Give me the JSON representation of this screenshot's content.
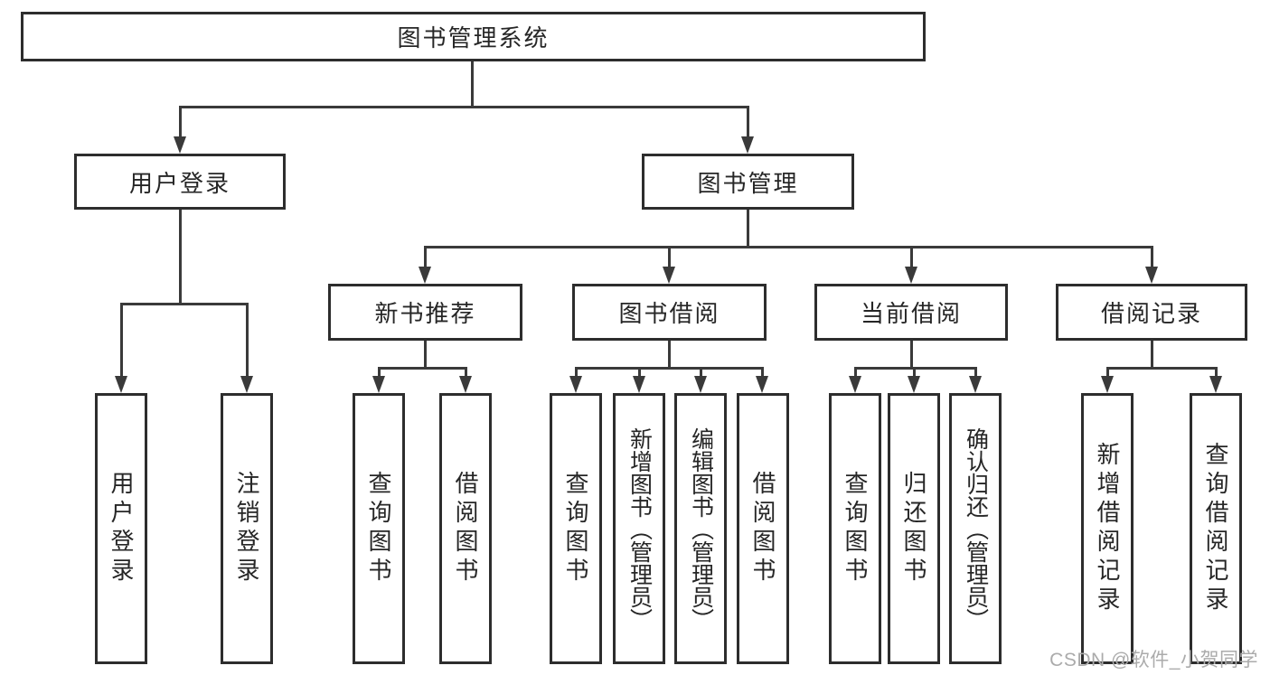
{
  "diagram": {
    "root": {
      "label": "图书管理系统"
    },
    "branches": [
      {
        "label": "用户登录",
        "children": [
          {
            "label": "用户登录"
          },
          {
            "label": "注销登录"
          }
        ]
      },
      {
        "label": "图书管理",
        "children": [
          {
            "label": "新书推荐",
            "children": [
              {
                "label": "查询图书"
              },
              {
                "label": "借阅图书"
              }
            ]
          },
          {
            "label": "图书借阅",
            "children": [
              {
                "label": "查询图书"
              },
              {
                "label": "新增图书（管理员）"
              },
              {
                "label": "编辑图书（管理员）"
              },
              {
                "label": "借阅图书"
              }
            ]
          },
          {
            "label": "当前借阅",
            "children": [
              {
                "label": "查询图书"
              },
              {
                "label": "归还图书"
              },
              {
                "label": "确认归还（管理员）"
              }
            ]
          },
          {
            "label": "借阅记录",
            "children": [
              {
                "label": "新增借阅记录"
              },
              {
                "label": "查询借阅记录"
              }
            ]
          }
        ]
      }
    ]
  },
  "watermark": {
    "text": "CSDN @软件_小贺同学"
  },
  "colors": {
    "line": "#3a3a3a",
    "box_border": "#2d2d2d",
    "text": "#262626",
    "background": "#ffffff",
    "watermark": "#ababab"
  }
}
